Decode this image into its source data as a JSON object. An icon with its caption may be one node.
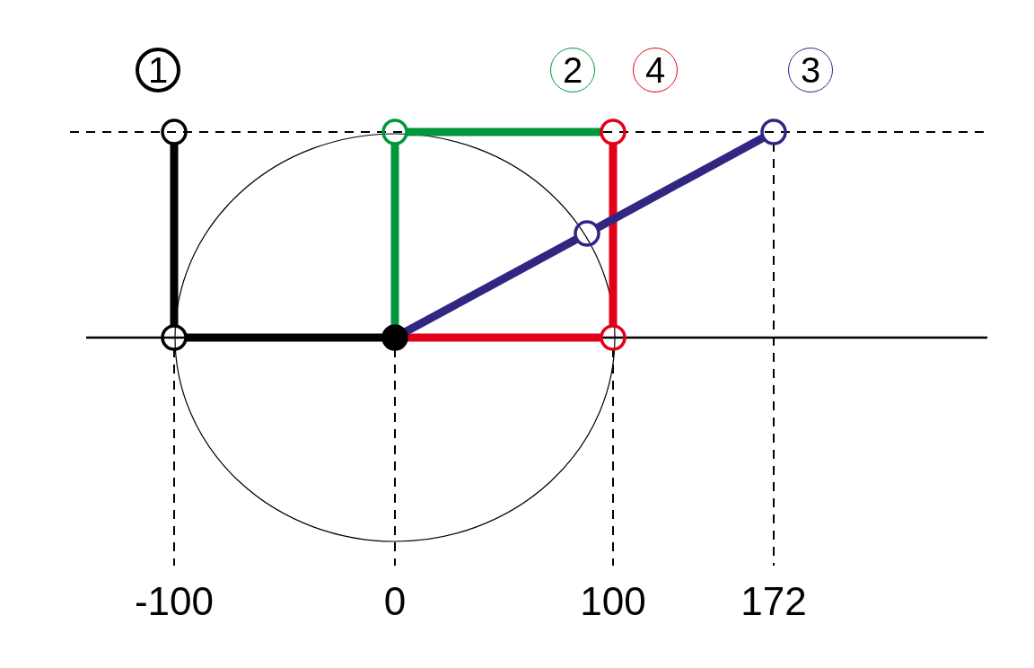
{
  "diagram": {
    "nodes": [
      {
        "text": [],
        "shape": "circle"
      },
      {
        "text": [],
        "shape": "circle"
      },
      {
        "text": [],
        "shape": "circle"
      },
      {
        "text": [],
        "shape": "circle"
      },
      {
        "text": [],
        "shape": "circle"
      },
      {
        "text": [],
        "shape": "circle"
      },
      {
        "text": [],
        "shape": "circle"
      },
      {
        "text": [],
        "shape": "circle"
      }
    ],
    "edges": [
      {
        "from": 0,
        "to": 5,
        "arrow": "none",
        "color": "#000000"
      },
      {
        "from": 5,
        "to": 6,
        "arrow": "none",
        "color": "#000000"
      },
      {
        "from": 6,
        "to": 1,
        "arrow": "none",
        "color": "#00963c"
      },
      {
        "from": 1,
        "to": 2,
        "arrow": "none",
        "color": "#00963c"
      },
      {
        "from": 2,
        "to": 7,
        "arrow": "none",
        "color": "#e2001a"
      },
      {
        "from": 7,
        "to": 6,
        "arrow": "none",
        "color": "#e2001a"
      },
      {
        "from": 6,
        "to": 4,
        "arrow": "none",
        "color": "#312783"
      },
      {
        "from": 4,
        "to": 3,
        "arrow": "none",
        "color": "#312783"
      }
    ],
    "labels": [
      "1",
      "2",
      "4",
      "3",
      "-100",
      "0",
      "100",
      "172"
    ]
  }
}
